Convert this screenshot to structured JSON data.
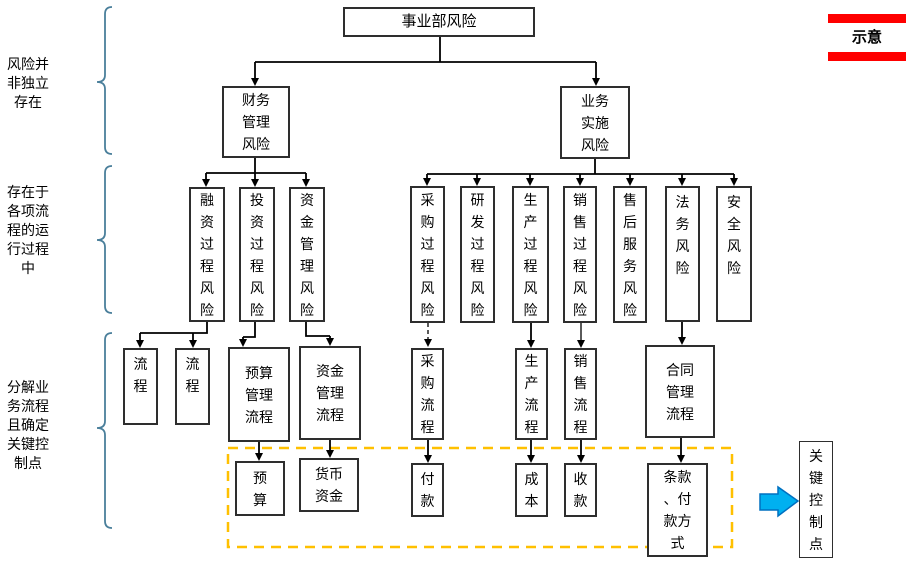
{
  "legend": {
    "label": "示意"
  },
  "side_labels": [
    {
      "text": "风险并非独立存在"
    },
    {
      "text": "存在于各项流程的运行过程中"
    },
    {
      "text": "分解业务流程且确定关键控制点"
    }
  ],
  "nodes": {
    "root": "事业部风险",
    "finance_risk": "财务管理风险",
    "business_risk": "业务实施风险",
    "financing_risk": "融资过程风险",
    "investment_risk": "投资过程风险",
    "capital_mgmt_risk": "资金管理风险",
    "procurement_risk": "采购过程风险",
    "rnd_risk": "研发过程风险",
    "production_risk": "生产过程风险",
    "sales_risk": "销售过程风险",
    "aftersales_risk": "售后服务风险",
    "legal_risk": "法务风险",
    "safety_risk": "安全风险",
    "flow_a": "流程",
    "flow_b": "流程",
    "budget_mgmt_flow": "预算管理流程",
    "capital_mgmt_flow": "资金管理流程",
    "procurement_flow": "采购流程",
    "production_flow": "生产流程",
    "sales_flow": "销售流程",
    "contract_mgmt_flow": "合同管理流程",
    "budget": "预算",
    "monetary_funds": "货币资金",
    "payment": "付款",
    "cost": "成本",
    "receipt": "收款",
    "terms_payment": "条款、付款方式",
    "key_control_point": "关键控制点"
  },
  "colors": {
    "legend_red": "#ff0000",
    "dashed_region_yellow": "#ffc000",
    "arrow_fill_blue": "#00b0f0",
    "arrow_outline_blue": "#0070c0",
    "brace_blue": "#4a7f9b",
    "connector_black": "#000000",
    "box_border": "#2e2e2e"
  }
}
